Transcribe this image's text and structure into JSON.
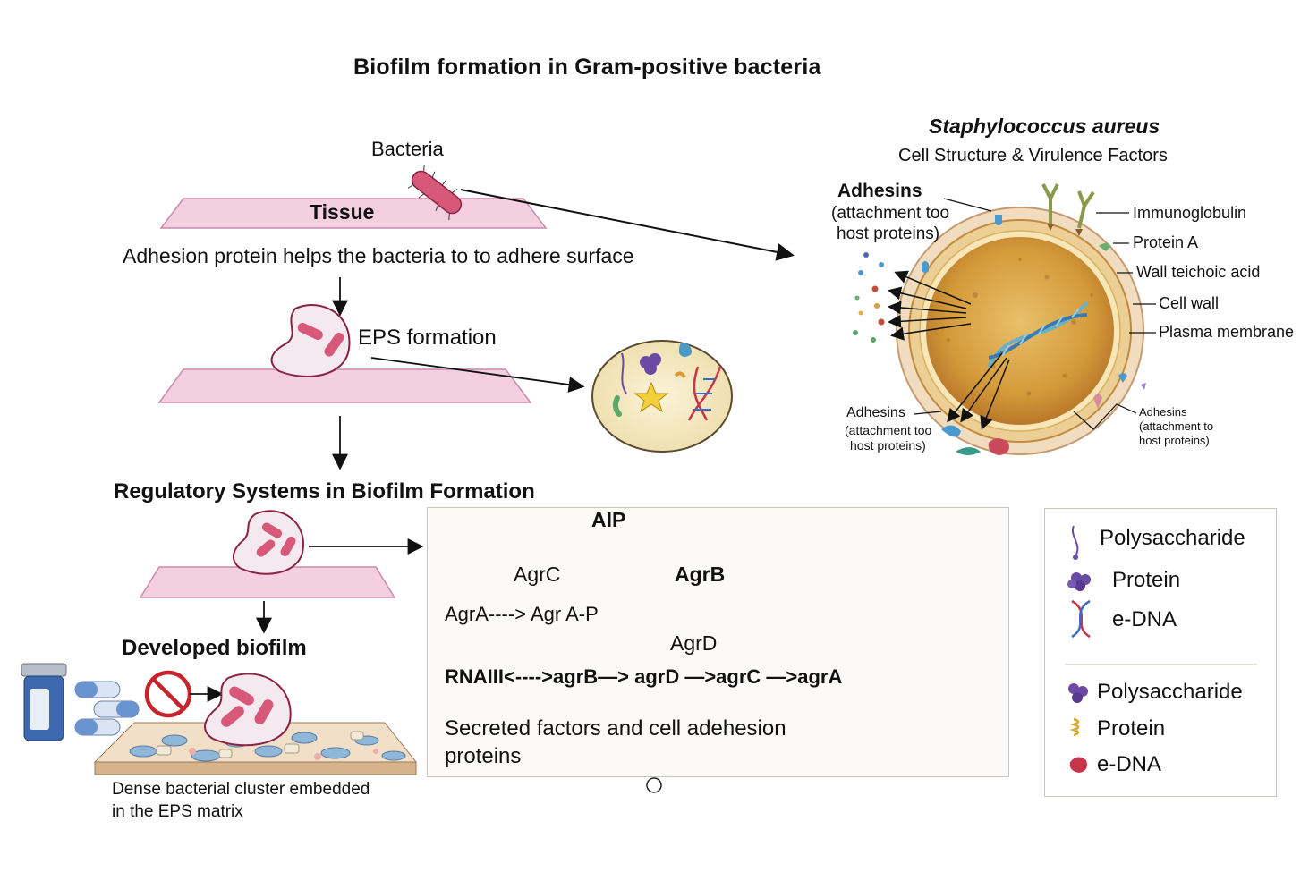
{
  "title": "Biofilm formation in Gram-positive bacteria",
  "stage1": {
    "bacteria_label": "Bacteria",
    "tissue_label": "Tissue",
    "caption": "Adhesion protein helps the bacteria to to adhere surface"
  },
  "stage2": {
    "eps_label": "EPS formation"
  },
  "stage3": {
    "heading": "Regulatory Systems in Biofilm Formation"
  },
  "stage4": {
    "heading": "Developed biofilm",
    "caption_line1": "Dense bacterial cluster embedded",
    "caption_line2": "in the EPS matrix"
  },
  "cell": {
    "species": "Staphylococcus aureus",
    "subtitle": "Cell Structure & Virulence Factors",
    "adhesins_top_title": "Adhesins",
    "adhesins_top_line1": "(attachment too",
    "adhesins_top_line2": "host proteins)",
    "labels": [
      "Immunoglobulin",
      "Protein A",
      "Wall teichoic acid",
      "Cell wall",
      "Plasma membrane"
    ],
    "adhesins_left_title": "Adhesins",
    "adhesins_left_line1": "(attachment too",
    "adhesins_left_line2": "host proteins)",
    "adhesins_right_title": "Adhesins",
    "adhesins_right_line1": "(attachment to",
    "adhesins_right_line2": "host proteins)"
  },
  "regulation": {
    "aip": "AIP",
    "agrc": "AgrC",
    "agrb": "AgrB",
    "agra_line": "AgrA----> Agr A-P",
    "agrd": "AgrD",
    "rnaiii_line": "RNAIII<---->agrB—> agrD —>agrC —>agrA",
    "secreted_line1": "Secreted factors and cell adehesion",
    "secreted_line2": "proteins"
  },
  "legend": {
    "group1": [
      {
        "label": "Polysaccharide",
        "icon": "polysaccharide-strand-icon"
      },
      {
        "label": "Protein",
        "icon": "protein-cluster-icon"
      },
      {
        "label": "e-DNA",
        "icon": "dna-helix-icon"
      }
    ],
    "group2": [
      {
        "label": "Polysaccharide",
        "icon": "purple-blob-icon"
      },
      {
        "label": "Protein",
        "icon": "yellow-coil-icon"
      },
      {
        "label": "e-DNA",
        "icon": "red-blob-icon"
      }
    ]
  },
  "colors": {
    "tissue": "#f3cfe0",
    "tissue_edge": "#c98aa8",
    "bacteria": "#d8587a",
    "cell_core": "#d9a440",
    "cell_wall": "#eccf95",
    "legend_purple": "#6a4aa3",
    "legend_red": "#c8344a"
  }
}
